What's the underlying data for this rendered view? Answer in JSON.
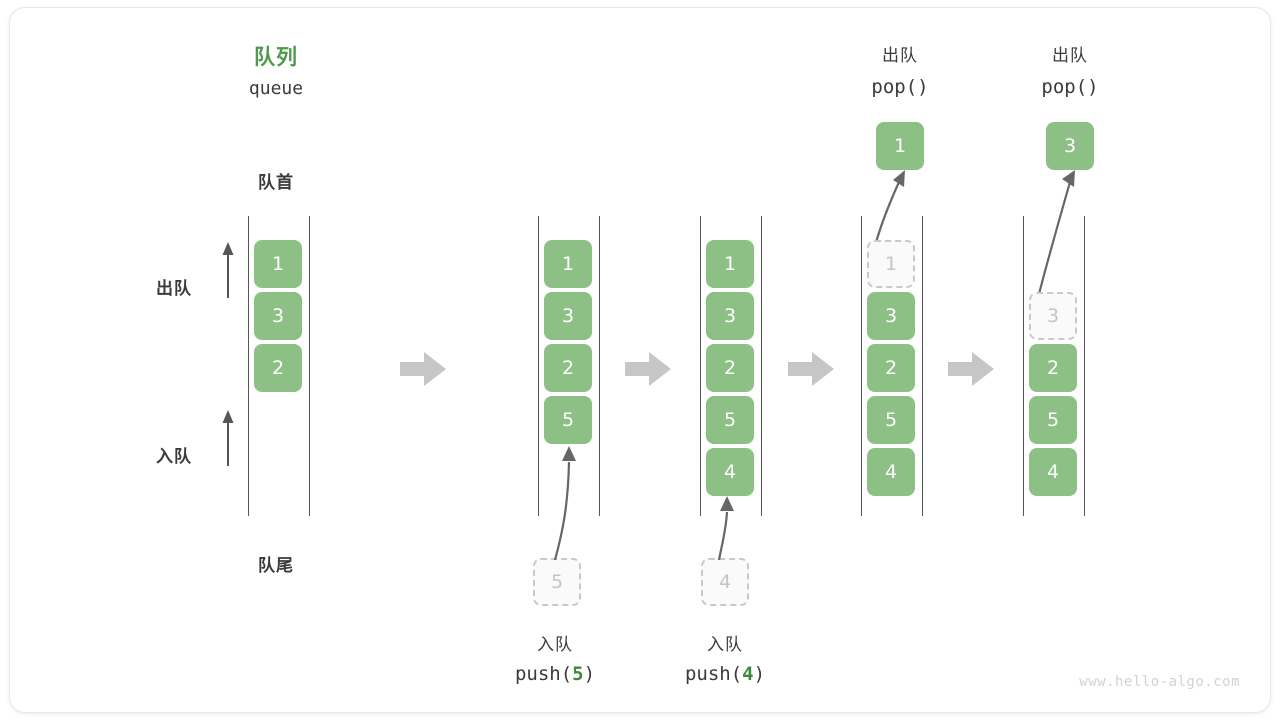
{
  "figure": {
    "title_cn": "队列",
    "title_en": "queue",
    "front_label": "队首",
    "rear_label": "队尾",
    "dequeue_label": "出队",
    "enqueue_label": "入队",
    "watermark": "www.hello-algo.com",
    "accent_green": "#8cc084",
    "title_green": "#4c9a4c",
    "code_arg_green": "#3d8a3d",
    "ghost_gray": "#c4c4c4",
    "rail_gray": "#555555",
    "flow_arrow_gray": "#c6c6c6"
  },
  "steps": [
    {
      "id": "initial",
      "header_cn": "队列",
      "header_code": "queue",
      "cells": [
        {
          "value": "1",
          "state": "filled"
        },
        {
          "value": "3",
          "state": "filled"
        },
        {
          "value": "2",
          "state": "filled"
        }
      ],
      "caption_cn": "",
      "caption_code_prefix": "",
      "caption_code_arg": "",
      "caption_code_suffix": "",
      "floating_value": "",
      "popped_value": ""
    },
    {
      "id": "push-5",
      "header_cn": "",
      "header_code": "",
      "cells": [
        {
          "value": "1",
          "state": "filled"
        },
        {
          "value": "3",
          "state": "filled"
        },
        {
          "value": "2",
          "state": "filled"
        },
        {
          "value": "5",
          "state": "filled"
        }
      ],
      "caption_cn": "入队",
      "caption_code_prefix": "push(",
      "caption_code_arg": "5",
      "caption_code_suffix": ")",
      "floating_value": "5",
      "popped_value": ""
    },
    {
      "id": "push-4",
      "header_cn": "",
      "header_code": "",
      "cells": [
        {
          "value": "1",
          "state": "filled"
        },
        {
          "value": "3",
          "state": "filled"
        },
        {
          "value": "2",
          "state": "filled"
        },
        {
          "value": "5",
          "state": "filled"
        },
        {
          "value": "4",
          "state": "filled"
        }
      ],
      "caption_cn": "入队",
      "caption_code_prefix": "push(",
      "caption_code_arg": "4",
      "caption_code_suffix": ")",
      "floating_value": "4",
      "popped_value": ""
    },
    {
      "id": "pop-1",
      "header_cn": "出队",
      "header_code": "pop()",
      "cells": [
        {
          "value": "1",
          "state": "ghost"
        },
        {
          "value": "3",
          "state": "filled"
        },
        {
          "value": "2",
          "state": "filled"
        },
        {
          "value": "5",
          "state": "filled"
        },
        {
          "value": "4",
          "state": "filled"
        }
      ],
      "caption_cn": "",
      "caption_code_prefix": "",
      "caption_code_arg": "",
      "caption_code_suffix": "",
      "floating_value": "",
      "popped_value": "1"
    },
    {
      "id": "pop-3",
      "header_cn": "出队",
      "header_code": "pop()",
      "cells": [
        {
          "value": "3",
          "state": "ghost"
        },
        {
          "value": "2",
          "state": "filled"
        },
        {
          "value": "5",
          "state": "filled"
        },
        {
          "value": "4",
          "state": "filled"
        }
      ],
      "caption_cn": "",
      "caption_code_prefix": "",
      "caption_code_arg": "",
      "caption_code_suffix": "",
      "floating_value": "",
      "popped_value": "3"
    }
  ]
}
